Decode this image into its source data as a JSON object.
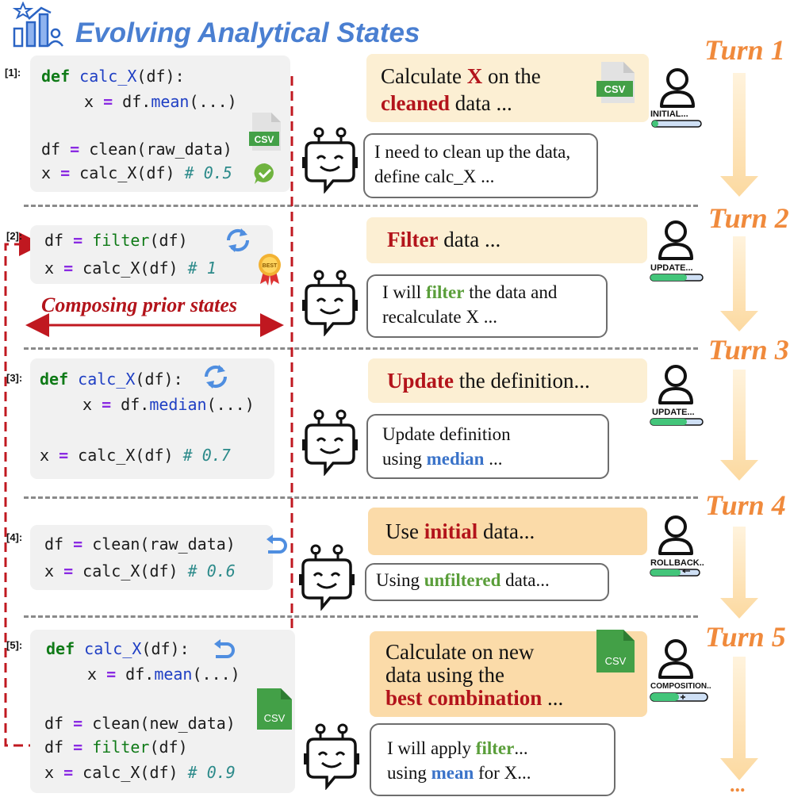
{
  "title": "Evolving Analytical States",
  "composing_label": "Composing prior states",
  "turns": [
    {
      "label": "Turn 1",
      "index": "[1]:",
      "user_status": "INITIAL...",
      "progress": 0.05
    },
    {
      "label": "Turn 2",
      "index": "[2]:",
      "user_status": "UPDATE...",
      "progress": 0.7
    },
    {
      "label": "Turn 3",
      "index": "[3]:",
      "user_status": "UPDATE...",
      "progress": 0.7
    },
    {
      "label": "Turn 4",
      "index": "[4]:",
      "user_status": "ROLLBACK..",
      "progress": 0.6
    },
    {
      "label": "Turn 5",
      "index": "[5]:",
      "user_status": "COMPOSITION..",
      "progress": 0.5
    }
  ],
  "code": {
    "t1": {
      "l1_fn": "calc_X",
      "l1_rest": "(df):",
      "l2_a": "x ",
      "l2_b": " df.",
      "l2_c": "mean",
      "l2_d": "(...)",
      "l3_a": "df ",
      "l3_b": " clean(raw_data)",
      "l4_a": "x ",
      "l4_b": " calc_X(df) ",
      "l4_c": "# 0.5"
    },
    "t2": {
      "l1_a": "df ",
      "l1_b": " ",
      "l1_c": "filter",
      "l1_d": "(df)",
      "l2_a": "x ",
      "l2_b": " calc_X(df) ",
      "l2_c": "# 1"
    },
    "t3": {
      "l1_fn": "calc_X",
      "l1_rest": "(df):",
      "l2_a": "x ",
      "l2_b": " df.",
      "l2_c": "median",
      "l2_d": "(...)",
      "l3_a": "x ",
      "l3_b": " calc_X(df) ",
      "l3_c": "# 0.7"
    },
    "t4": {
      "l1_a": "df ",
      "l1_b": " clean(raw_data)",
      "l2_a": "x ",
      "l2_b": " calc_X(df) ",
      "l2_c": "# 0.6"
    },
    "t5": {
      "l1_fn": "calc_X",
      "l1_rest": "(df):",
      "l2_a": "x ",
      "l2_b": " df.",
      "l2_c": "mean",
      "l2_d": "(...)",
      "l3_a": "df ",
      "l3_b": " clean(new_data)",
      "l4_a": "df ",
      "l4_b": " ",
      "l4_c": "filter",
      "l4_d": "(df)",
      "l5_a": "x ",
      "l5_b": " calc_X(df) ",
      "l5_c": "# 0.9"
    }
  },
  "kw": {
    "def": "def",
    "eq": "="
  },
  "user": {
    "t1": {
      "a": "Calculate ",
      "b": "X",
      "c": " on the",
      "d": "cleaned",
      "e": " data ..."
    },
    "t2": {
      "a": "Filter",
      "b": " data ..."
    },
    "t3": {
      "a": "Update",
      "b": " the definition..."
    },
    "t4": {
      "a": "Use ",
      "b": "initial",
      "c": " data..."
    },
    "t5": {
      "a": "Calculate on  new",
      "b": "data  using the",
      "c": "best combination",
      "d": " ..."
    }
  },
  "bot": {
    "t1": {
      "a": "I need to clean up the data,",
      "b": "define calc_X ..."
    },
    "t2": {
      "a": "I will ",
      "b": "filter",
      "c": " the data and",
      "d": "recalculate X ..."
    },
    "t3": {
      "a": "Update definition",
      "b": "using ",
      "c": "median",
      "d": " ..."
    },
    "t4": {
      "a": "Using ",
      "b": "unfiltered",
      "c": " data..."
    },
    "t5": {
      "a": "I will apply ",
      "b": "filter",
      "c": "...",
      "d": "using ",
      "e": "mean",
      "f": " for X..."
    }
  },
  "badges": {
    "csv": "CSV",
    "best": "BEST"
  },
  "ellipsis": "...",
  "colors": {
    "title": "#4a7fd1",
    "turn": "#f08a3c",
    "red": "#b3141b",
    "green": "#5a9e3a",
    "blue": "#3a73c9",
    "code_bg": "#f1f1f1"
  }
}
